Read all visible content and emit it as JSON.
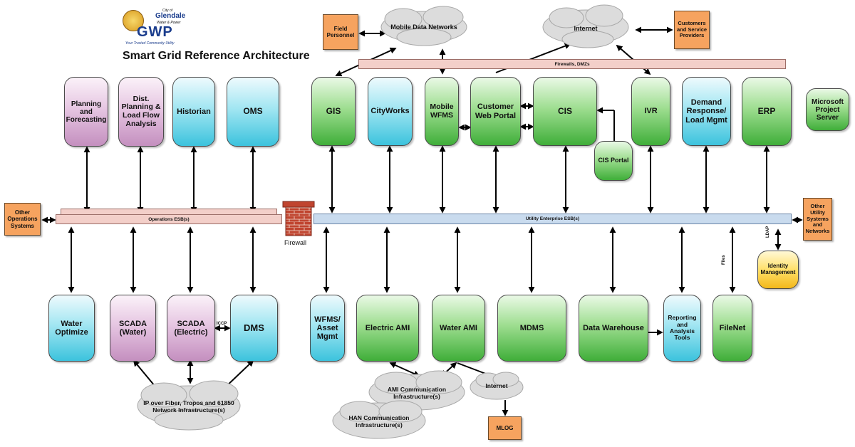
{
  "title": "Smart Grid Reference Architecture",
  "logo": {
    "line1": "City of",
    "line2": "Glendale",
    "line3": "Water & Power",
    "mark": "GWP",
    "tagline": "Your Trusted Community Utility"
  },
  "colors": {
    "green_box": "#6cc85f",
    "blue_box": "#6fd6e8",
    "pink_box": "#d9acd4",
    "orange_box": "#f6a35f",
    "yellow_box": "#ffd54a",
    "ops_bus": "#f3cfc9",
    "enterprise_bus": "#c9dbee",
    "firewall": "#b53a2a"
  },
  "top_row": {
    "planning": "Planning and Forecasting",
    "dist_planning": "Dist. Planning & Load Flow Analysis",
    "historian": "Historian",
    "oms_top": "OMS",
    "gis": "GIS",
    "cityworks": "CityWorks",
    "mobile_wfms": "Mobile WFMS",
    "customer_web_portal": "Customer Web Portal",
    "cis": "CIS",
    "cis_portal": "CIS Portal",
    "ivr": "IVR",
    "demand_response": "Demand Response/ Load Mgmt",
    "erp": "ERP",
    "ms_project": "Microsoft Project Server"
  },
  "bottom_row": {
    "water_optimize": "Water Optimize",
    "scada_water": "SCADA (Water)",
    "scada_electric": "SCADA (Electric)",
    "dms": "DMS",
    "wfms_asset": "WFMS/ Asset Mgmt",
    "electric_ami": "Electric AMI",
    "water_ami": "Water AMI",
    "mdms": "MDMS",
    "data_warehouse": "Data Warehouse",
    "reporting": "Reporting and Analysis Tools",
    "filenet": "FileNet",
    "identity": "Identity Management"
  },
  "external": {
    "field_personnel": "Field Personnel",
    "customers": "Customers and Service Providers",
    "other_ops": "Other Operations Systems",
    "other_utility": "Other Utility Systems and Networks",
    "mlog": "MLOG"
  },
  "clouds": {
    "mobile_data": "Mobile Data Networks",
    "internet_top": "Internet",
    "ip_fiber": "IP over Fiber, Tropos and 61850 Network Infrastructure(s)",
    "ami_comm": "AMI Communication Infrastructure(s)",
    "han_comm": "HAN Communication Infrastructure(s)",
    "internet_bottom": "Internet"
  },
  "buses": {
    "firewalls_dmzs": "Firewalls, DMZs",
    "operations_esb": "Operations ESB(s)",
    "enterprise_esb": "Utility Enterprise ESB(s)"
  },
  "labels": {
    "firewall": "Firewall",
    "iccp": "ICCP",
    "ldap": "LDAP",
    "files": "Files"
  }
}
